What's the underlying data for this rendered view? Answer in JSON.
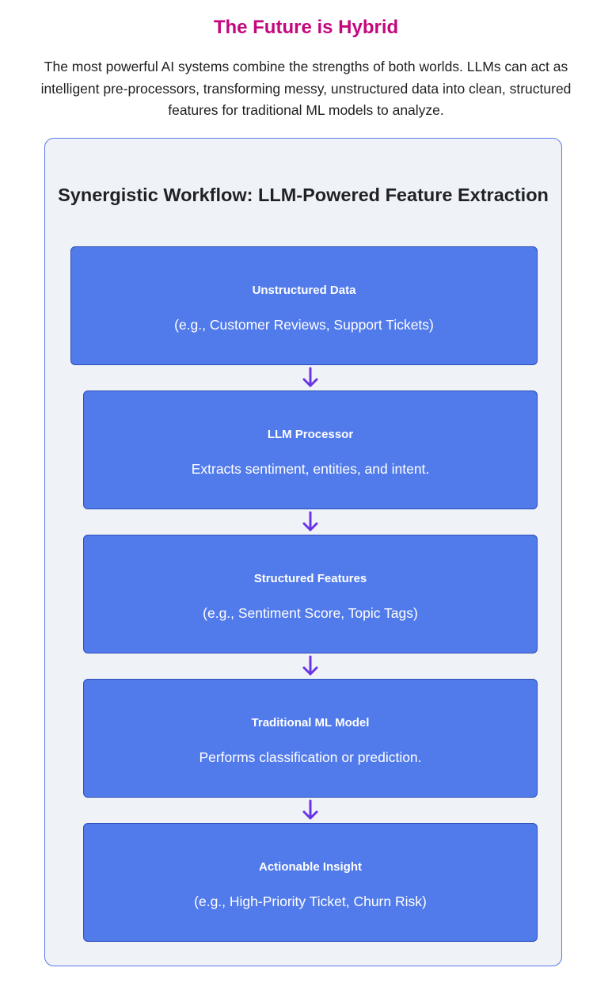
{
  "header": {
    "title": "The Future is Hybrid",
    "intro": "The most powerful AI systems combine the strengths of both worlds. LLMs can act as intelligent pre-processors, transforming messy, unstructured data into clean, structured features for traditional ML models to analyze."
  },
  "workflow": {
    "title": "Synergistic Workflow: LLM-Powered Feature Extraction",
    "steps": [
      {
        "title": "Unstructured Data",
        "description": "(e.g., Customer Reviews, Support Tickets)"
      },
      {
        "title": "LLM Processor",
        "description": "Extracts sentiment, entities, and intent."
      },
      {
        "title": "Structured Features",
        "description": "(e.g., Sentiment Score, Topic Tags)"
      },
      {
        "title": "Traditional ML Model",
        "description": "Performs classification or prediction."
      },
      {
        "title": "Actionable Insight",
        "description": "(e.g., High-Priority Ticket, Churn Risk)"
      }
    ]
  },
  "colors": {
    "title_accent": "#c4077d",
    "panel_background": "#eff2f7",
    "panel_border": "#5a79e8",
    "step_fill": "#517aeb",
    "step_border": "#2f4fb8",
    "arrow": "#6a35e6"
  },
  "icons": {
    "connector": "arrow-down-icon"
  }
}
